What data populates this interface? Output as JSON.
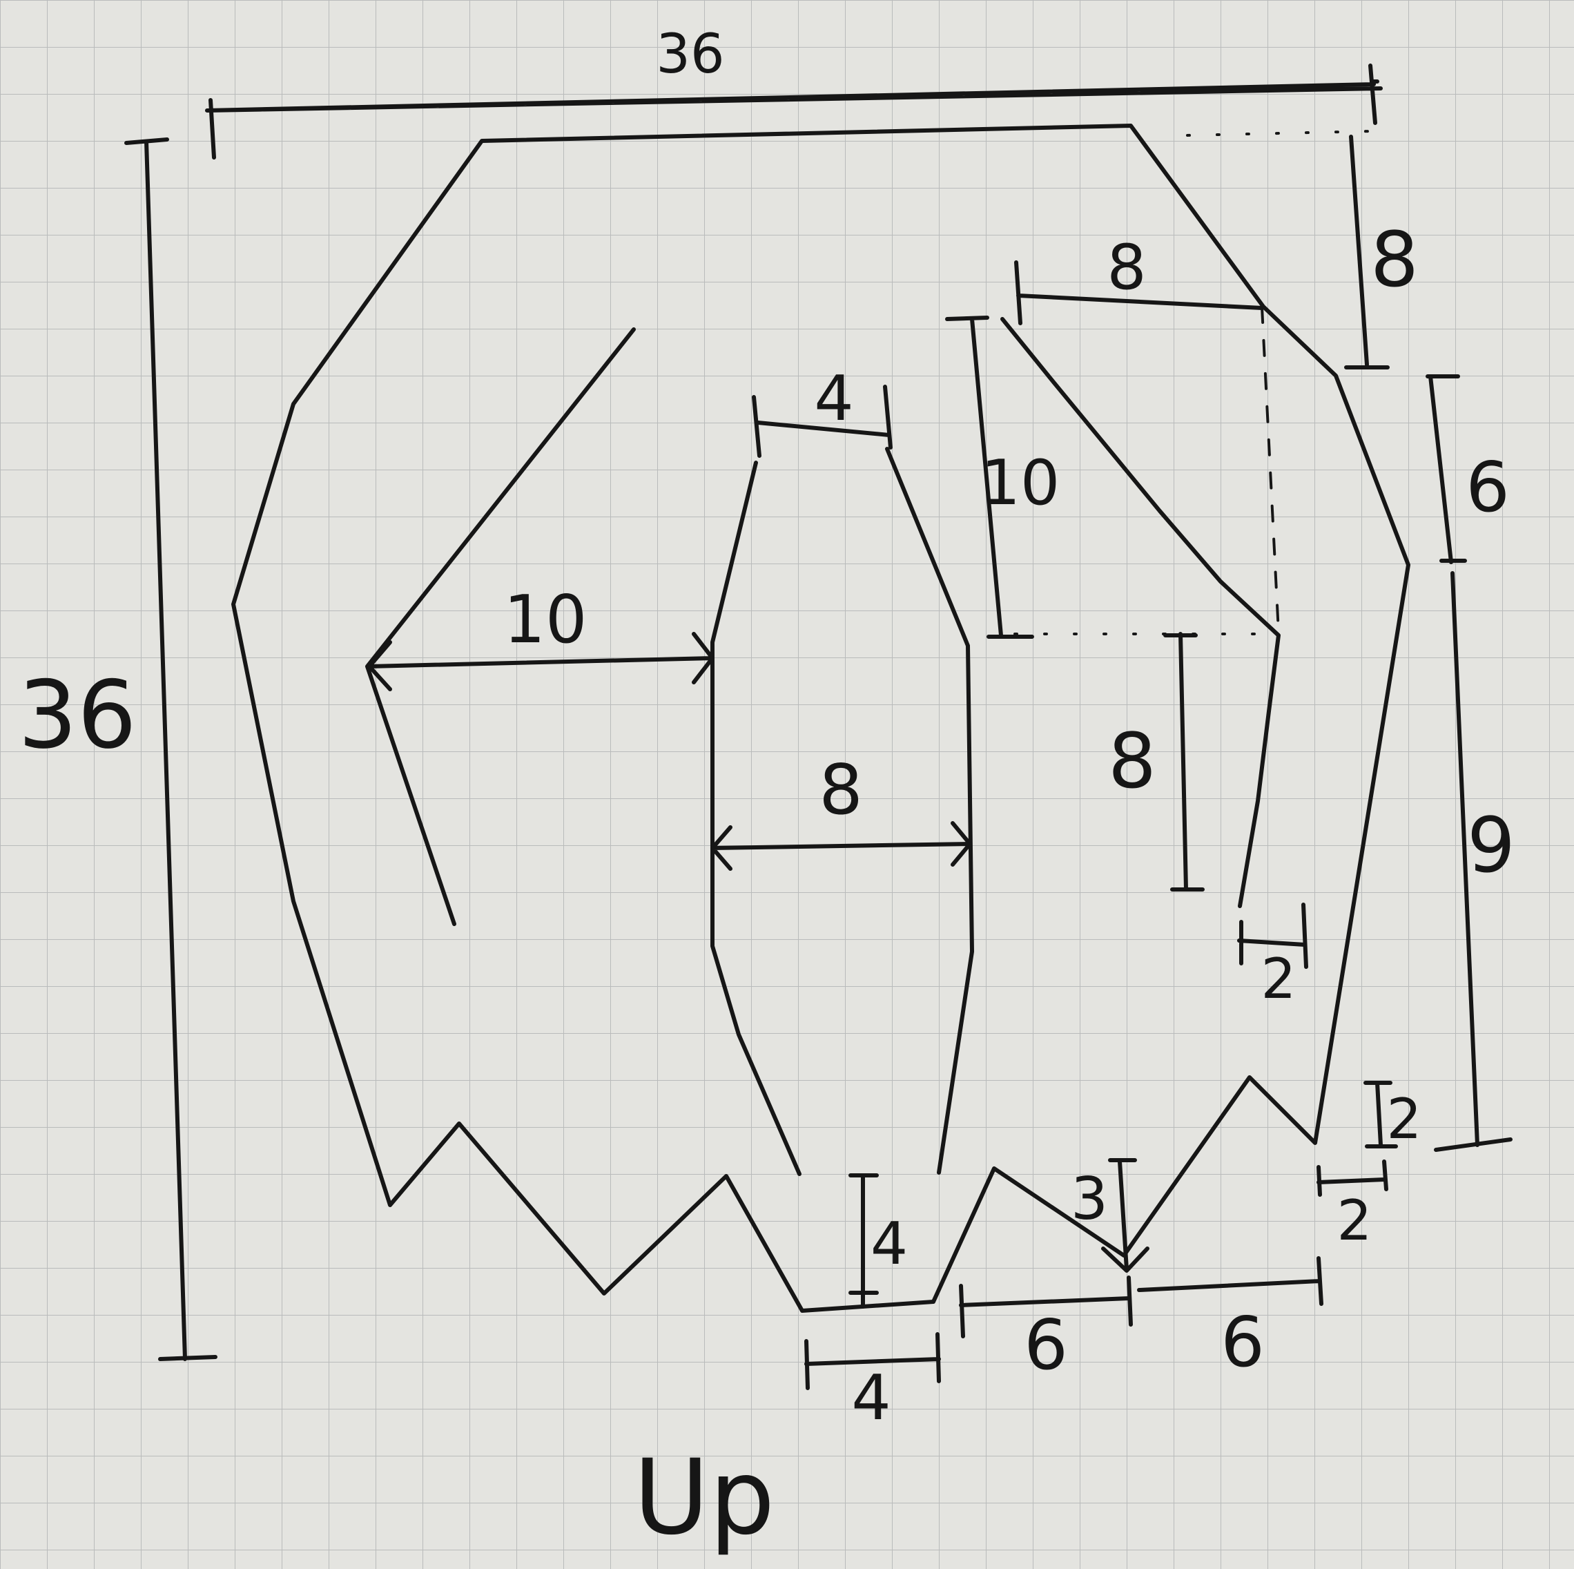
{
  "title_note": "Up",
  "colors": {
    "paper": "#e4e4e0",
    "grid": "#b9bbbb",
    "ink": "#161616"
  },
  "dimensions": {
    "overall_width": "36",
    "overall_height": "36",
    "top_right_vertical": "8",
    "right_segment_upper": "6",
    "right_segment_lower": "9",
    "eye_left_span": "10",
    "nose_top_width": "4",
    "nose_mid_width": "8",
    "eye_right_width": "8",
    "eye_right_height": "10",
    "eye_right_lower_height": "8",
    "eye_right_bottom_offset": "2",
    "tooth_right_height": "2",
    "tooth_right_width": "2",
    "tooth_center_height": "3",
    "mouth_gap_height": "4",
    "mouth_gap_width": "4",
    "mouth_span_left": "6",
    "mouth_span_right": "6"
  }
}
